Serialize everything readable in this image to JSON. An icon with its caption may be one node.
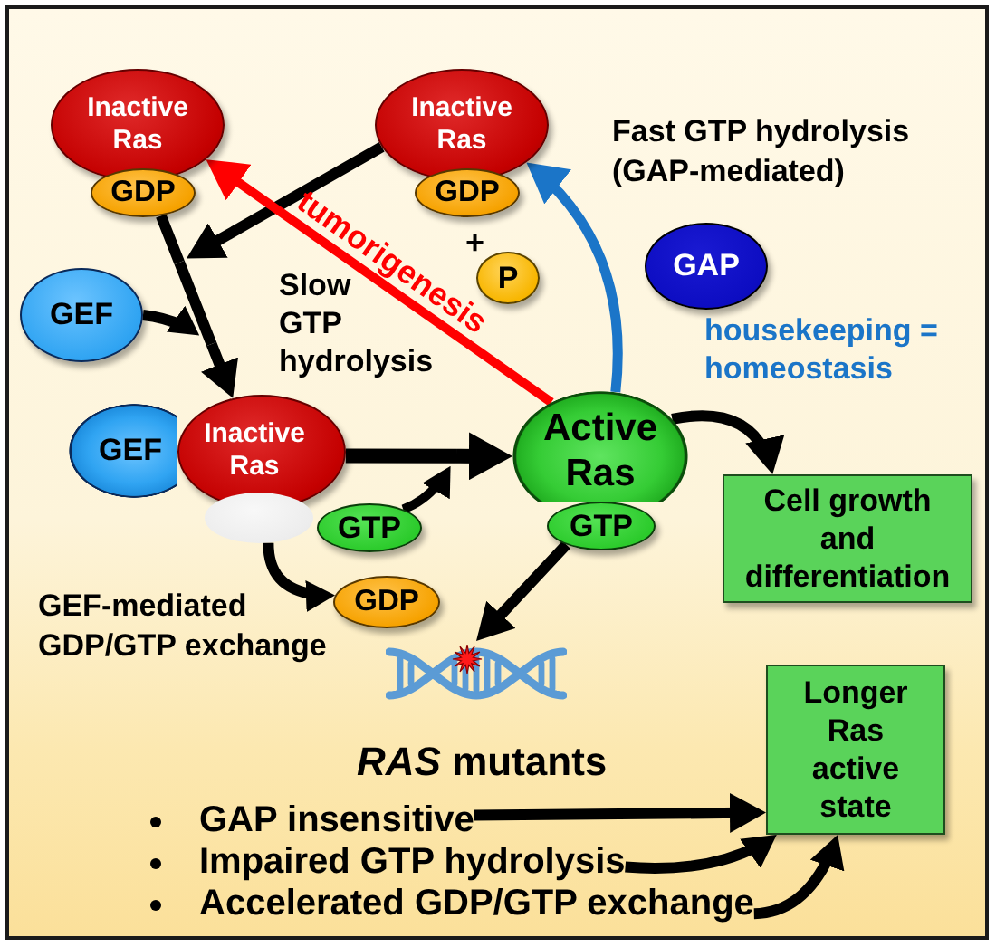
{
  "diagram": {
    "nodes": [
      {
        "text": [
          "Inactive Ras"
        ]
      },
      {
        "text": [
          "GDP"
        ]
      },
      {
        "text": [
          "Inactive Ras"
        ]
      },
      {
        "text": [
          "GDP"
        ]
      },
      {
        "text": [
          "P"
        ]
      },
      {
        "text": [
          "GAP"
        ]
      },
      {
        "text": [
          "GEF"
        ]
      },
      {
        "text": [
          "GEF"
        ]
      },
      {
        "text": [
          "Inactive Ras"
        ]
      },
      {
        "text": [],
        "shape": "ellipse"
      },
      {
        "text": [
          "GTP"
        ]
      },
      {
        "text": [
          "Active Ras"
        ]
      },
      {
        "text": [
          "GTP"
        ]
      },
      {
        "text": [
          "Cell growth and differentiation"
        ]
      },
      {
        "text": [
          "GDP"
        ]
      },
      {
        "text": [],
        "shape": "picture"
      },
      {
        "text": [
          "Longer Ras active state"
        ]
      },
      {
        "text": [
          "GAP insensitive"
        ]
      },
      {
        "text": [
          "Impaired GTP hydrolysis"
        ]
      },
      {
        "text": [
          "Accelerated GDP/GTP exchange"
        ]
      }
    ],
    "edges": [
      {
        "from": 2,
        "to": 8,
        "arrow": "to"
      },
      {
        "from": 1,
        "to": 8,
        "arrow": "to"
      },
      {
        "from": 6,
        "to": 8,
        "arrow": "to"
      },
      {
        "from": 11,
        "to": 0,
        "arrow": "to",
        "label": "tumorigenesis",
        "color": "#ff0000"
      },
      {
        "from": 11,
        "to": 2,
        "arrow": "to",
        "color": "#1b75c8"
      },
      {
        "from": 8,
        "to": 11,
        "arrow": "to"
      },
      {
        "from": 10,
        "to": 11,
        "arrow": "to"
      },
      {
        "from": 9,
        "to": 14,
        "arrow": "to"
      },
      {
        "from": 11,
        "to": 13,
        "arrow": "to"
      },
      {
        "from": 12,
        "to": 15,
        "arrow": "to"
      },
      {
        "from": 17,
        "to": 16,
        "arrow": "to"
      },
      {
        "from": 18,
        "to": 16,
        "arrow": "to"
      },
      {
        "from": 19,
        "to": 16,
        "arrow": "to"
      }
    ],
    "labels": [
      "Fast GTP hydrolysis (GAP-mediated)",
      "+",
      "Slow GTP hydrolysis",
      "housekeeping = homeostasis",
      "GEF-mediated GDP/GTP exchange",
      "*RAS* mutants"
    ]
  }
}
